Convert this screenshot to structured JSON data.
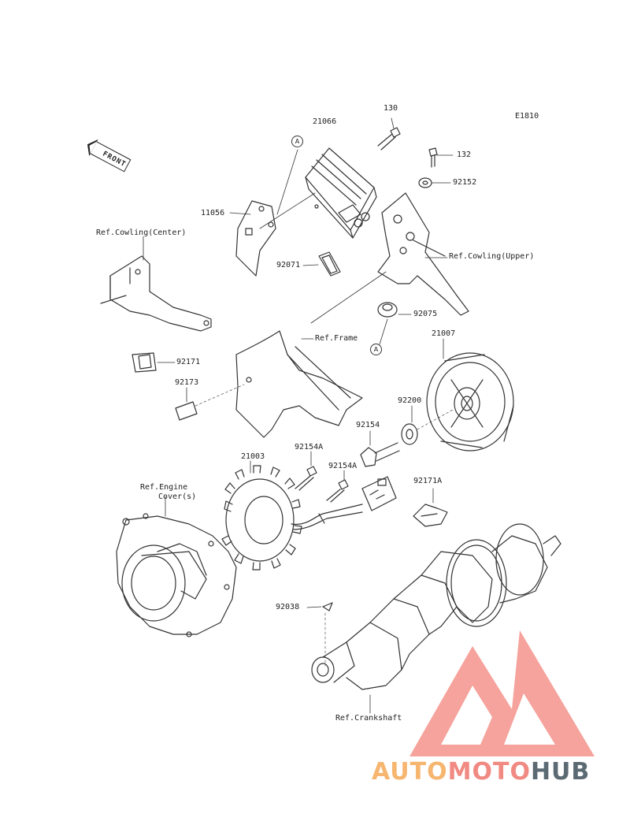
{
  "diagram_code": "E1810",
  "front_label": "FRONT",
  "callouts": {
    "c130": "130",
    "c21066": "21066",
    "c132": "132",
    "c92152": "92152",
    "c11056": "11056",
    "c_cowling_center": "Ref.Cowling(Center)",
    "c_cowling_upper": "Ref.Cowling(Upper)",
    "c92071": "92071",
    "c92075": "92075",
    "c_frame": "Ref.Frame",
    "c92171": "92171",
    "c21007": "21007",
    "c92173": "92173",
    "c92200": "92200",
    "c92154": "92154",
    "c21003": "21003",
    "c92154A_1": "92154A",
    "c92154A_2": "92154A",
    "c92171A": "92171A",
    "c_engine_1": "Ref.Engine",
    "c_engine_2": "Cover(s)",
    "c92038": "92038",
    "c_crankshaft": "Ref.Crankshaft"
  },
  "ref_marks": {
    "top": "A",
    "bottom": "A"
  },
  "watermark": {
    "part1": "AUTO",
    "part2": "MOTO",
    "part3": "HUB",
    "colors": {
      "part1": "#f6b66f",
      "part2": "#f08a82",
      "part3": "#5c6a73"
    }
  }
}
